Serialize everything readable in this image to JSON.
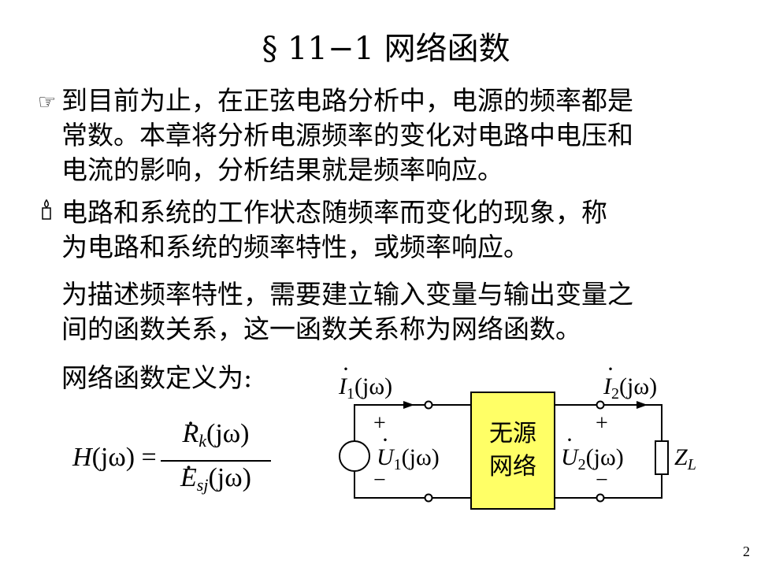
{
  "title": "§ 11−1 网络函数",
  "bullet1": {
    "icon": "pointing-hand-icon",
    "lines": [
      "到目前为止，在正弦电路分析中，电源的频率都是",
      "常数。本章将分析电源频率的变化对电路中电压和",
      "电流的影响，分析结果就是频率响应。"
    ]
  },
  "bullet2": {
    "icon": "candle-icon",
    "lines": [
      "电路和系统的工作状态随频率而变化的现象，称",
      "为电路和系统的频率特性，或频率响应。"
    ]
  },
  "para3": {
    "lines": [
      "为描述频率特性，需要建立输入变量与输出变量之",
      "间的函数关系，这一函数关系称为网络函数。"
    ]
  },
  "definition_label": "网络函数定义为:",
  "formula": {
    "lhs_symbol": "H",
    "lhs_arg": "(jω) =",
    "num_symbol": "R",
    "num_sub": "k",
    "num_arg": "(jω)",
    "den_symbol": "E",
    "den_sub": "sj",
    "den_arg": "(jω)"
  },
  "circuit": {
    "i1_label": "I",
    "i1_sub": "1",
    "i1_arg": "(jω)",
    "i2_label": "I",
    "i2_sub": "2",
    "i2_arg": "(jω)",
    "u1_label": "U",
    "u1_sub": "1",
    "u1_arg": "(jω)",
    "u2_label": "U",
    "u2_sub": "2",
    "u2_arg": "(jω)",
    "plus": "+",
    "minus": "−",
    "network_line1": "无源",
    "network_line2": "网络",
    "load_label": "Z",
    "load_sub": "L",
    "box_color": "#ffff66"
  },
  "page_number": "2"
}
